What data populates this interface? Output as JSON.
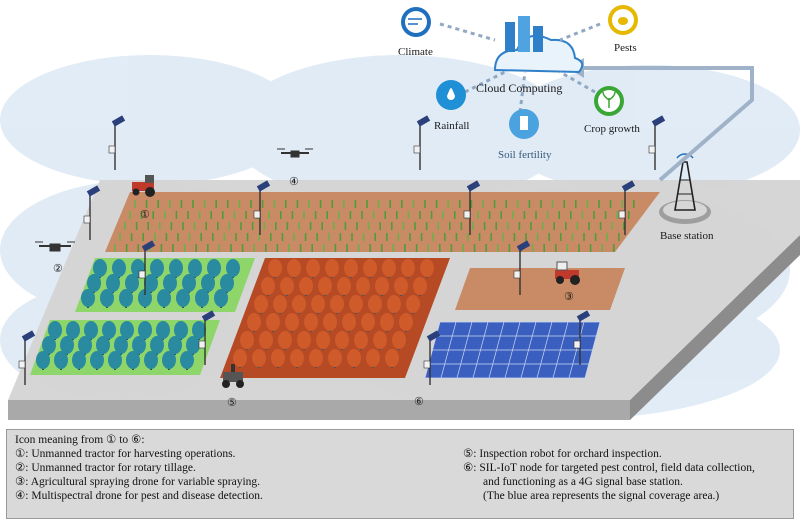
{
  "cloud": {
    "title": "Cloud Computing",
    "factors": [
      {
        "label": "Climate",
        "icon": "wind-icon",
        "color": "#1f6fbf"
      },
      {
        "label": "Pests",
        "icon": "bug-icon",
        "color": "#e6b800"
      },
      {
        "label": "Rainfall",
        "icon": "raindrop-icon",
        "color": "#1f8fd6"
      },
      {
        "label": "Soil fertility",
        "icon": "sprout-flask-icon",
        "color": "#4aa3df"
      },
      {
        "label": "Crop growth",
        "icon": "plant-icon",
        "color": "#3aa635"
      }
    ]
  },
  "base_station": {
    "label": "Base station"
  },
  "markers": {
    "m1": "①",
    "m2": "②",
    "m3": "③",
    "m4": "④",
    "m5": "⑤",
    "m6": "⑥"
  },
  "legend": {
    "title": "Icon meaning from ① to ⑥:",
    "left": [
      "①: Unmanned tractor for harvesting operations.",
      "②: Unmanned tractor for rotary tillage.",
      "③: Agricultural spraying drone for variable spraying.",
      "④: Multispectral drone for pest and disease detection."
    ],
    "right": [
      "⑤: Inspection robot for orchard inspection.",
      "⑥: SIL-IoT node for targeted pest control, field data collection,",
      "and functioning as a 4G signal base station.",
      "(The blue area represents the signal coverage area.)"
    ]
  },
  "colors": {
    "coverage": "#c5d9ee",
    "platform": "#d4d4d4",
    "orchard_green": "#8fd66a",
    "orchard_red": "#d25a2a",
    "soil": "#c98a66",
    "solar": "#3b5fbf"
  }
}
